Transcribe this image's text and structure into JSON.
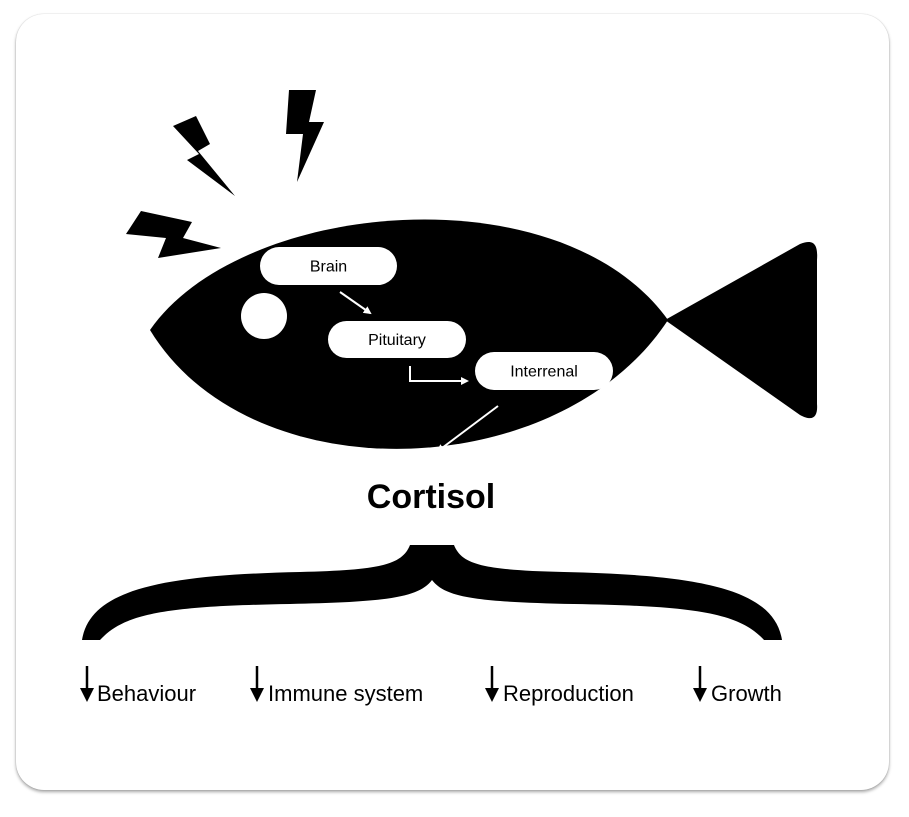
{
  "colors": {
    "ink": "#000000",
    "paper": "#ffffff"
  },
  "diagram": {
    "pathway": [
      {
        "label": "Brain"
      },
      {
        "label": "Pituitary"
      },
      {
        "label": "Interrenal"
      }
    ],
    "hormone": "Cortisol",
    "effects": [
      {
        "label": "Behaviour",
        "direction": "down"
      },
      {
        "label": "Immune system",
        "direction": "down"
      },
      {
        "label": "Reproduction",
        "direction": "down"
      },
      {
        "label": "Growth",
        "direction": "down"
      }
    ],
    "icons": [
      "lightning-bolt-icon",
      "fish-icon",
      "curly-brace-icon",
      "down-arrow-icon"
    ]
  }
}
